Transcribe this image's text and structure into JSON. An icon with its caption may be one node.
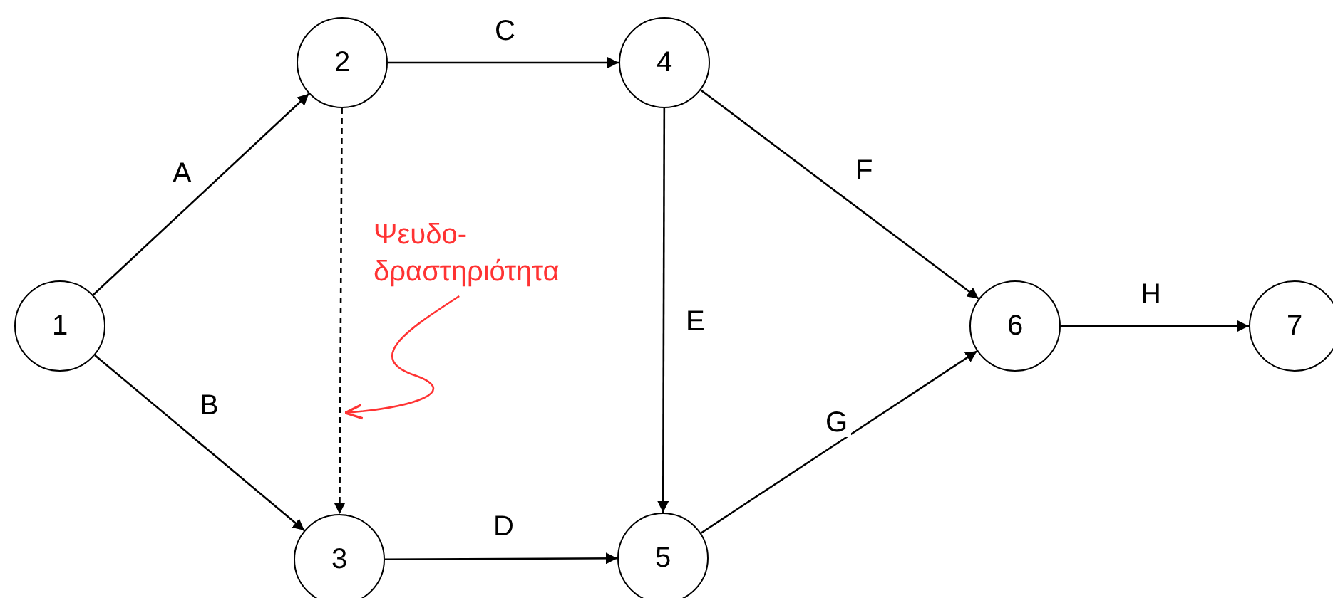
{
  "diagram": {
    "nodes": [
      {
        "text": [
          "1"
        ]
      },
      {
        "text": [
          "2"
        ]
      },
      {
        "text": [
          "3"
        ]
      },
      {
        "text": [
          "4"
        ]
      },
      {
        "text": [
          "5"
        ]
      },
      {
        "text": [
          "6"
        ]
      },
      {
        "text": [
          "7"
        ]
      },
      {
        "text": [
          "Ψευδο- δραστηριότητα"
        ]
      }
    ],
    "edges": [
      {
        "from": 0,
        "to": 1,
        "arrow": "to",
        "label": "A"
      },
      {
        "from": 0,
        "to": 2,
        "arrow": "to",
        "label": "B"
      },
      {
        "from": 1,
        "to": 3,
        "arrow": "to",
        "label": "C"
      },
      {
        "from": 1,
        "to": 2,
        "arrow": "to",
        "style": "dashed"
      },
      {
        "from": 2,
        "to": 4,
        "arrow": "to",
        "label": "D"
      },
      {
        "from": 3,
        "to": 4,
        "arrow": "to",
        "label": "E"
      },
      {
        "from": 3,
        "to": 5,
        "arrow": "to",
        "label": "F"
      },
      {
        "from": 4,
        "to": 5,
        "arrow": "to",
        "label": "G"
      },
      {
        "from": 5,
        "to": 6,
        "arrow": "to",
        "label": "H"
      },
      {
        "from": 7,
        "to": null,
        "arrow": "to",
        "color": "#ff3333"
      }
    ]
  }
}
